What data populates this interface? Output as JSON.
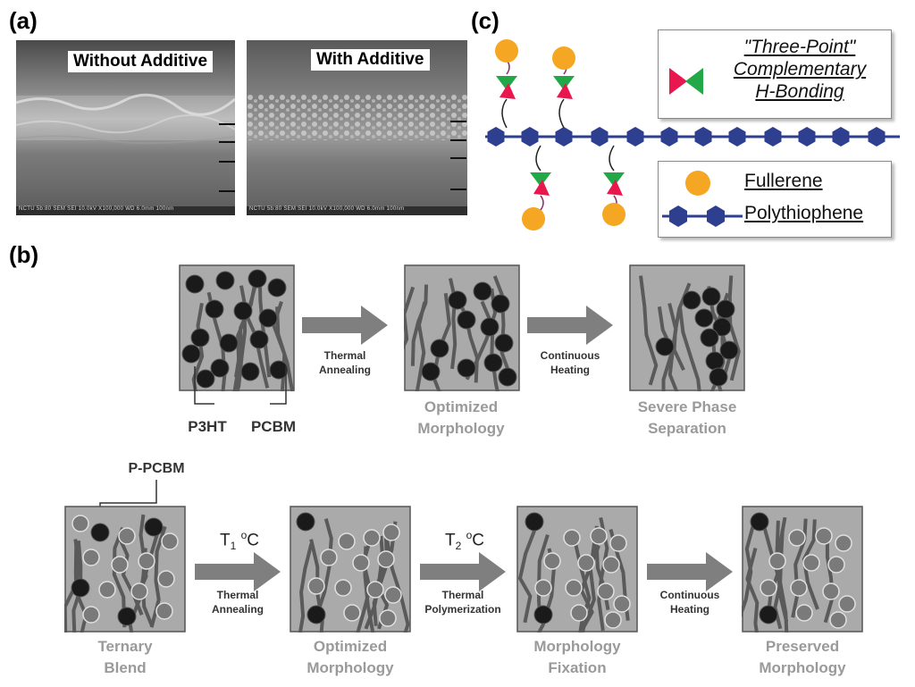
{
  "panels": {
    "a": "(a)",
    "b": "(b)",
    "c": "(c)"
  },
  "sem": {
    "left_title": "Without Additive",
    "right_title": "With Additive",
    "footer_left": "NCTU        5b:80  SEM   SEI      10.0kV  X100,000  WD 6.0mm    100nm",
    "footer_right": "NCTU        5b:80  SEM   SEI      10.0kV  X100,000  WD 6.0mm    100nm"
  },
  "legend": {
    "hbond_line1": "\"Three-Point\"",
    "hbond_line2": "Complementary",
    "hbond_line3": "H-Bonding",
    "fullerene": "Fullerene",
    "polythiophene": "Polythiophene"
  },
  "row1": {
    "p3ht": "P3HT",
    "pcbm": "PCBM",
    "arrow1_line1": "Thermal",
    "arrow1_line2": "Annealing",
    "arrow2_line1": "Continuous",
    "arrow2_line2": "Heating",
    "cap2_line1": "Optimized",
    "cap2_line2": "Morphology",
    "cap3_line1": "Severe Phase",
    "cap3_line2": "Separation"
  },
  "row2": {
    "ppcbm": "P-PCBM",
    "t1": "T",
    "t1_sub": "1",
    "t2": "T",
    "t2_sub": "2",
    "deg": "o",
    "c": "C",
    "arrow1_line1": "Thermal",
    "arrow1_line2": "Annealing",
    "arrow2_line1": "Thermal",
    "arrow2_line2": "Polymerization",
    "arrow3_line1": "Continuous",
    "arrow3_line2": "Heating",
    "cap1_line1": "Ternary",
    "cap1_line2": "Blend",
    "cap2_line1": "Optimized",
    "cap2_line2": "Morphology",
    "cap3_line1": "Morphology",
    "cap3_line2": "Fixation",
    "cap4_line1": "Preserved",
    "cap4_line2": "Morphology"
  },
  "colors": {
    "box_fill": "#aaaaaa",
    "polymer": "#5a5a5a",
    "pcbm": "#1a1a1a",
    "ppcbm": "#7a7a7a",
    "arrow": "#7f7f7f",
    "hexagon": "#2e3f8f",
    "fullerene": "#f5a623",
    "tri_red": "#e8174e",
    "tri_green": "#22a846",
    "linker": "#8a2a6a"
  }
}
